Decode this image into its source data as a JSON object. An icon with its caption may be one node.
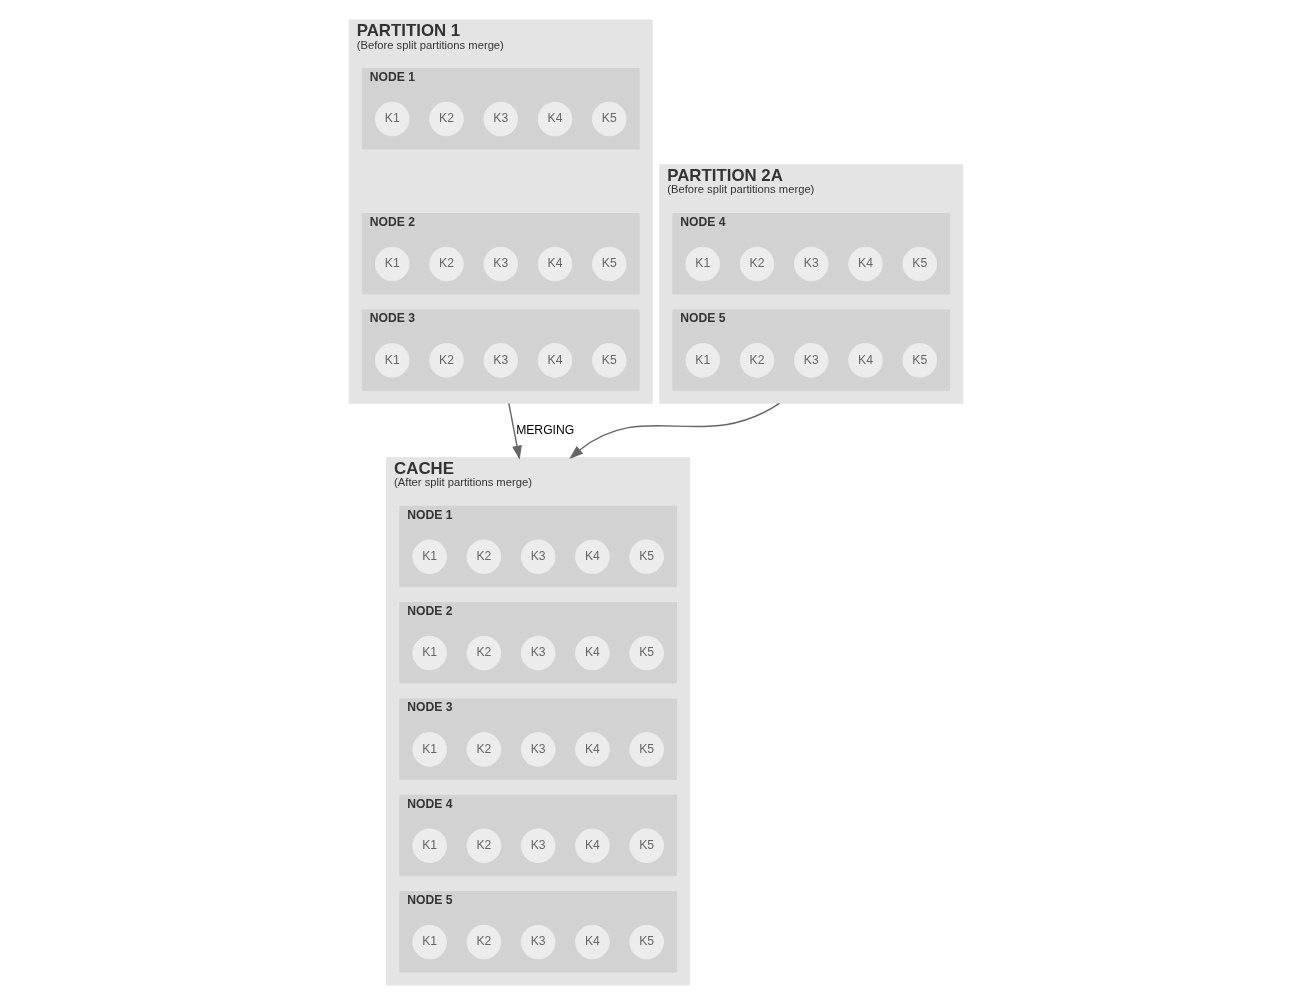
{
  "diagram": {
    "nodes": [
      {
        "text": [
          "PARTITION 1",
          "(Before split partitions merge)"
        ]
      },
      {
        "text": [
          "NODE 1"
        ],
        "in": 0
      },
      {
        "text": [
          "K1"
        ],
        "in": 1
      },
      {
        "text": [
          "K2"
        ],
        "in": 1
      },
      {
        "text": [
          "K3"
        ],
        "in": 1
      },
      {
        "text": [
          "K4"
        ],
        "in": 1
      },
      {
        "text": [
          "K5"
        ],
        "in": 1
      },
      {
        "text": [
          "NODE 2"
        ],
        "in": 0
      },
      {
        "text": [
          "K1"
        ],
        "in": 7
      },
      {
        "text": [
          "K2"
        ],
        "in": 7
      },
      {
        "text": [
          "K3"
        ],
        "in": 7
      },
      {
        "text": [
          "K4"
        ],
        "in": 7
      },
      {
        "text": [
          "K5"
        ],
        "in": 7
      },
      {
        "text": [
          "NODE 3"
        ],
        "in": 0
      },
      {
        "text": [
          "K1"
        ],
        "in": 13
      },
      {
        "text": [
          "K2"
        ],
        "in": 13
      },
      {
        "text": [
          "K3"
        ],
        "in": 13
      },
      {
        "text": [
          "K4"
        ],
        "in": 13
      },
      {
        "text": [
          "K5"
        ],
        "in": 13
      },
      {
        "text": [
          "PARTITION 2A",
          "(Before split partitions merge)"
        ]
      },
      {
        "text": [
          "NODE 4"
        ],
        "in": 19
      },
      {
        "text": [
          "K1"
        ],
        "in": 20
      },
      {
        "text": [
          "K2"
        ],
        "in": 20
      },
      {
        "text": [
          "K3"
        ],
        "in": 20
      },
      {
        "text": [
          "K4"
        ],
        "in": 20
      },
      {
        "text": [
          "K5"
        ],
        "in": 20
      },
      {
        "text": [
          "NODE 5"
        ],
        "in": 19
      },
      {
        "text": [
          "K1"
        ],
        "in": 26
      },
      {
        "text": [
          "K2"
        ],
        "in": 26
      },
      {
        "text": [
          "K3"
        ],
        "in": 26
      },
      {
        "text": [
          "K4"
        ],
        "in": 26
      },
      {
        "text": [
          "K5"
        ],
        "in": 26
      },
      {
        "text": [
          "CACHE",
          "(After split partitions merge)"
        ]
      },
      {
        "text": [
          "NODE 1"
        ],
        "in": 32
      },
      {
        "text": [
          "K1"
        ],
        "in": 33
      },
      {
        "text": [
          "K2"
        ],
        "in": 33
      },
      {
        "text": [
          "K3"
        ],
        "in": 33
      },
      {
        "text": [
          "K4"
        ],
        "in": 33
      },
      {
        "text": [
          "K5"
        ],
        "in": 33
      },
      {
        "text": [
          "NODE 2"
        ],
        "in": 32
      },
      {
        "text": [
          "K1"
        ],
        "in": 39
      },
      {
        "text": [
          "K2"
        ],
        "in": 39
      },
      {
        "text": [
          "K3"
        ],
        "in": 39
      },
      {
        "text": [
          "K4"
        ],
        "in": 39
      },
      {
        "text": [
          "K5"
        ],
        "in": 39
      },
      {
        "text": [
          "NODE 3"
        ],
        "in": 32
      },
      {
        "text": [
          "K1"
        ],
        "in": 45
      },
      {
        "text": [
          "K2"
        ],
        "in": 45
      },
      {
        "text": [
          "K3"
        ],
        "in": 45
      },
      {
        "text": [
          "K4"
        ],
        "in": 45
      },
      {
        "text": [
          "K5"
        ],
        "in": 45
      },
      {
        "text": [
          "NODE 4"
        ],
        "in": 32
      },
      {
        "text": [
          "K1"
        ],
        "in": 51
      },
      {
        "text": [
          "K2"
        ],
        "in": 51
      },
      {
        "text": [
          "K3"
        ],
        "in": 51
      },
      {
        "text": [
          "K4"
        ],
        "in": 51
      },
      {
        "text": [
          "K5"
        ],
        "in": 51
      },
      {
        "text": [
          "NODE 5"
        ],
        "in": 32
      },
      {
        "text": [
          "K1"
        ],
        "in": 57
      },
      {
        "text": [
          "K2"
        ],
        "in": 57
      },
      {
        "text": [
          "K3"
        ],
        "in": 57
      },
      {
        "text": [
          "K4"
        ],
        "in": 57
      },
      {
        "text": [
          "K5"
        ],
        "in": 57
      }
    ],
    "edges": [
      {
        "from": 0,
        "to": 32,
        "arrow": "to",
        "label": "MERGING"
      },
      {
        "from": 19,
        "to": 32,
        "arrow": "to"
      }
    ]
  }
}
